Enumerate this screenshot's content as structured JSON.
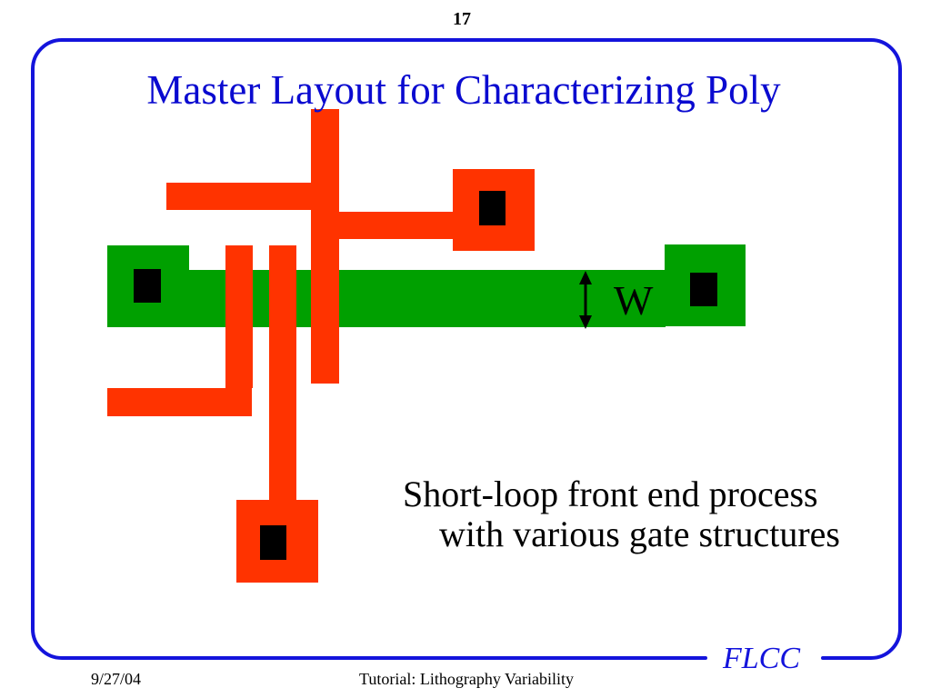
{
  "slide": {
    "page_number": "17",
    "title": "Master Layout for Characterizing Poly",
    "body_lines": [
      "Short-loop front end process",
      "with various gate structures"
    ],
    "logo_text": "FLCC",
    "footer_date": "9/27/04",
    "footer_title": "Tutorial: Lithography Variability"
  },
  "diagram": {
    "dimension_label": "W"
  },
  "colors": {
    "frame": "#1414dc",
    "title": "#0a0ad0",
    "logo": "#1414dc",
    "poly": "#ff3300",
    "active": "#00a000",
    "contact": "#000000"
  }
}
